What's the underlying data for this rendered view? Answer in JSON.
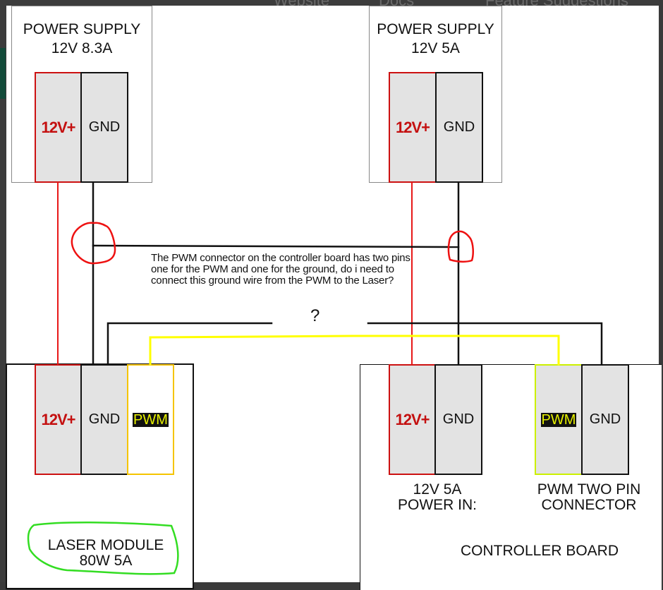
{
  "browser_nav": {
    "items": [
      {
        "label": "Website",
        "icon": "globe-icon"
      },
      {
        "label": "Docs",
        "icon": "chevron-down-icon"
      },
      {
        "label": "Feature Suggestions",
        "icon": "chevron-down-icon"
      }
    ]
  },
  "power_supply_1": {
    "title": "POWER SUPPLY",
    "rating": "12V 8.3A",
    "pins": [
      {
        "label": "12V+",
        "type": "positive"
      },
      {
        "label": "GND",
        "type": "ground"
      }
    ]
  },
  "power_supply_2": {
    "title": "POWER SUPPLY",
    "rating": "12V 5A",
    "pins": [
      {
        "label": "12V+",
        "type": "positive"
      },
      {
        "label": "GND",
        "type": "ground"
      }
    ]
  },
  "laser_module": {
    "pins": [
      {
        "label": "12V+"
      },
      {
        "label": "GND"
      },
      {
        "label": "PWM"
      }
    ],
    "name_line1": "LASER MODULE",
    "name_line2": "80W 5A"
  },
  "controller_board": {
    "power_in_pins": [
      {
        "label": "12V+"
      },
      {
        "label": "GND"
      }
    ],
    "power_in_caption_line1": "12V 5A",
    "power_in_caption_line2": "POWER IN:",
    "pwm_pins": [
      {
        "label": "PWM"
      },
      {
        "label": "GND"
      }
    ],
    "pwm_caption_line1": "PWM TWO PIN",
    "pwm_caption_line2": "CONNECTOR",
    "name": "CONTROLLER BOARD"
  },
  "annotation": {
    "question_text": "The PWM connector on the controller board has two pins, one for the PWM and one for the ground, do i need to connect this ground wire from the PWM to the Laser?",
    "uncertain_mark": "?"
  },
  "colors": {
    "positive_wire": "#e81818",
    "ground_wire": "#111111",
    "pwm_wire": "#ffff00",
    "highlight_circle": "#ee1111",
    "laser_label_outline": "#33dd22",
    "laser_pwm_pin_border": "#f5c400",
    "controller_pwm_pin_border": "#ccf000"
  }
}
